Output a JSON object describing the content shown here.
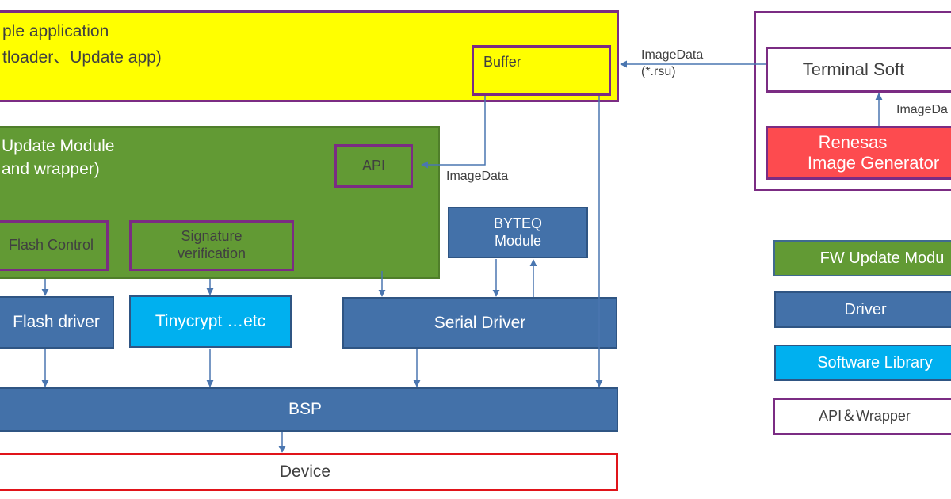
{
  "application": {
    "line1": "ple application",
    "line2": "tloader、Update app)",
    "buffer_label": "Buffer"
  },
  "fw_update_module": {
    "line1": "Update Module",
    "line2": "and wrapper)",
    "api_label": "API",
    "flash_control_label": "Flash Control",
    "signature_line1": "Signature",
    "signature_line2": "verification"
  },
  "byteq": {
    "line1": "BYTEQ",
    "line2": "Module"
  },
  "drivers": {
    "flash_driver": "Flash driver",
    "tinycrypt": "Tinycrypt …etc",
    "serial_driver": "Serial Driver"
  },
  "bsp_label": "BSP",
  "device_label": "Device",
  "pc_side": {
    "terminal_soft": "Terminal Soft",
    "renesas_line1": "Renesas",
    "renesas_line2": "Image Generator",
    "imagedata_vertical_label": "ImageDa"
  },
  "edge_labels": {
    "imagedata_rsu_line1": "ImageData",
    "imagedata_rsu_line2": "(*.rsu)",
    "imagedata_api": "ImageData"
  },
  "legend": [
    {
      "label": "FW Update Modu",
      "color": "#629a34"
    },
    {
      "label": "Driver",
      "color": "#4371a9"
    },
    {
      "label": "Software Library",
      "color": "#00b0ef"
    },
    {
      "label": "API＆Wrapper",
      "color": "#ffffff"
    }
  ]
}
